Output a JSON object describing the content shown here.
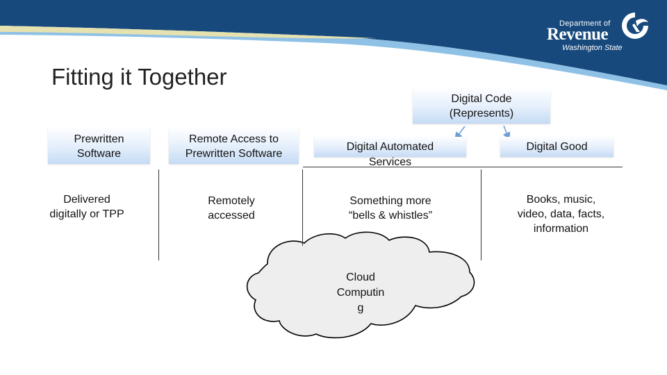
{
  "branding": {
    "dept_line": "Department of",
    "name": "Revenue",
    "state_line": "Washington State",
    "icon": "revenue-logo-icon"
  },
  "slide": {
    "title": "Fitting it Together"
  },
  "top_box": {
    "label_line1": "Digital Code",
    "label_line2": "(Represents)"
  },
  "columns": [
    {
      "header_line1": "Prewritten",
      "header_line2": "Software",
      "desc_line1": "Delivered",
      "desc_line2": "digitally or TPP",
      "desc_line3": ""
    },
    {
      "header_line1": "Remote Access to",
      "header_line2": "Prewritten Software",
      "desc_line1": "Remotely",
      "desc_line2": "accessed",
      "desc_line3": ""
    },
    {
      "header_line1": "Digital Automated",
      "header_line2": "Services",
      "desc_line1": "Something more",
      "desc_line2": "“bells & whistles”",
      "desc_line3": ""
    },
    {
      "header_line1": "Digital Good",
      "header_line2": "",
      "desc_line1": "Books, music,",
      "desc_line2": "video, data, facts,",
      "desc_line3": "information"
    }
  ],
  "cloud": {
    "line1": "Cloud",
    "line2": "Computin",
    "line3": "g"
  },
  "colors": {
    "banner_dark": "#17497c",
    "banner_light": "#8fc1e6",
    "banner_stripe": "#f0e6a8",
    "header_gradient_bottom": "#c5dbf4",
    "arrow": "#6b9fd4",
    "cloud_fill": "#eeeeee"
  }
}
